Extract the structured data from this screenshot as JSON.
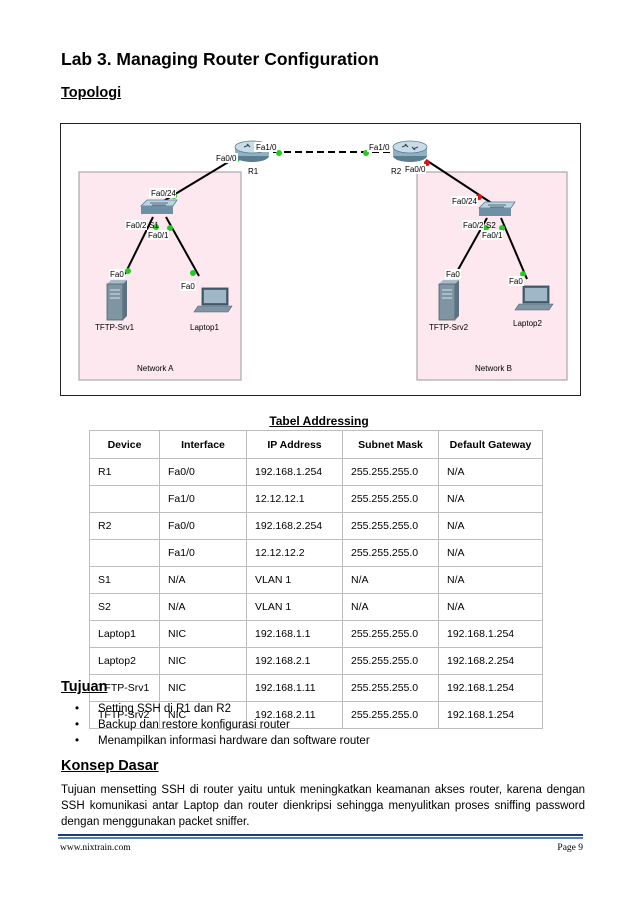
{
  "title": "Lab 3. Managing Router Configuration",
  "topologi": {
    "heading": "Topologi",
    "labels": {
      "r1_fa10": "Fa1/0",
      "r1_fa00": "Fa0/0",
      "r1_name": "R1",
      "r2_fa10": "Fa1/0",
      "r2_fa00": "Fa0/0",
      "r2_name": "R2",
      "s1_fa024": "Fa0/24",
      "s1_fa02": "Fa0/2",
      "s1_name": "S1",
      "s1_fa01": "Fa0/1",
      "s2_fa024": "Fa0/24",
      "s2_fa02": "Fa0/2",
      "s2_name": "S2",
      "s2_fa01": "Fa0/1",
      "srv1_fa0": "Fa0",
      "srv1_name": "TFTP-Srv1",
      "lap1_fa0": "Fa0",
      "lap1_name": "Laptop1",
      "srv2_fa0": "Fa0",
      "srv2_name": "TFTP-Srv2",
      "lap2_fa0": "Fa0",
      "lap2_name": "Laptop2",
      "network_a": "Network A",
      "network_b": "Network B"
    }
  },
  "table": {
    "title": "Tabel Addressing",
    "headers": [
      "Device",
      "Interface",
      "IP Address",
      "Subnet Mask",
      "Default Gateway"
    ],
    "rows": [
      [
        "R1",
        "Fa0/0",
        "192.168.1.254",
        "255.255.255.0",
        "N/A"
      ],
      [
        "",
        "Fa1/0",
        "12.12.12.1",
        "255.255.255.0",
        "N/A"
      ],
      [
        "R2",
        "Fa0/0",
        "192.168.2.254",
        "255.255.255.0",
        "N/A"
      ],
      [
        "",
        "Fa1/0",
        "12.12.12.2",
        "255.255.255.0",
        "N/A"
      ],
      [
        "S1",
        "N/A",
        "VLAN 1",
        "N/A",
        "N/A"
      ],
      [
        "S2",
        "N/A",
        "VLAN 1",
        "N/A",
        "N/A"
      ],
      [
        "Laptop1",
        "NIC",
        "192.168.1.1",
        "255.255.255.0",
        "192.168.1.254"
      ],
      [
        "Laptop2",
        "NIC",
        "192.168.2.1",
        "255.255.255.0",
        "192.168.2.254"
      ],
      [
        "TFTP-Srv1",
        "NIC",
        "192.168.1.11",
        "255.255.255.0",
        "192.168.1.254"
      ],
      [
        "TFTP-Srv2",
        "NIC",
        "192.168.2.11",
        "255.255.255.0",
        "192.168.1.254"
      ]
    ]
  },
  "tujuan": {
    "heading": "Tujuan",
    "bullet": "•",
    "items": [
      "Setting SSH di R1 dan R2",
      "Backup dan restore konfigurasi router",
      "Menampilkan informasi hardware dan software router"
    ]
  },
  "konsep": {
    "heading": "Konsep Dasar",
    "text": "Tujuan mensetting SSH di router yaitu untuk meningkatkan keamanan akses router, karena dengan SSH komunikasi antar Laptop dan router dienkripsi sehingga menyulitkan proses sniffing password dengan menggunakan packet sniffer."
  },
  "footer": {
    "website": "www.nixtrain.com",
    "page": "Page 9"
  },
  "colors": {
    "network_zone": "#fde8ef",
    "link_up": "#22cc22",
    "link_down": "#dd1111",
    "footer_rule": "#1f3d6e"
  }
}
